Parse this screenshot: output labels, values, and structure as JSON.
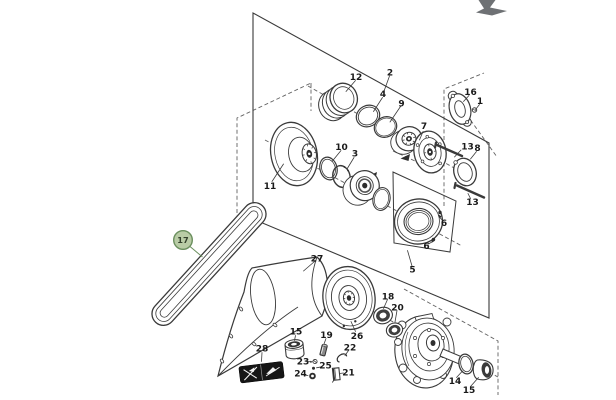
{
  "figure": {
    "highlighted_callout": "17"
  },
  "colors": {
    "background": "#ffffff",
    "line": "#3a3a3a",
    "balloon_fill": "#b9cca6",
    "balloon_border": "#6b8f5e",
    "balloon_text": "#33402b",
    "icon_gray": "#6e7174",
    "decal_bg": "#161616"
  },
  "icons": {
    "top_right": "pointer-arrow-icon",
    "decal": "safety-decal"
  },
  "callouts": {
    "c1": "1",
    "c2": "2",
    "c3": "3",
    "c4": "4",
    "c5": "5",
    "c6a": "6",
    "c6b": "6",
    "c7": "7",
    "c8": "8",
    "c9": "9",
    "c10": "10",
    "c11": "11",
    "c12": "12",
    "c13a": "13",
    "c13b": "13",
    "c14": "14",
    "c15a": "15",
    "c15b": "15",
    "c16": "16",
    "c17": "17",
    "c18": "18",
    "c19": "19",
    "c20": "20",
    "c21": "21",
    "c22": "22",
    "c23": "23",
    "c24": "24",
    "c25": "25",
    "c26": "26",
    "c27": "27",
    "c28": "28"
  }
}
